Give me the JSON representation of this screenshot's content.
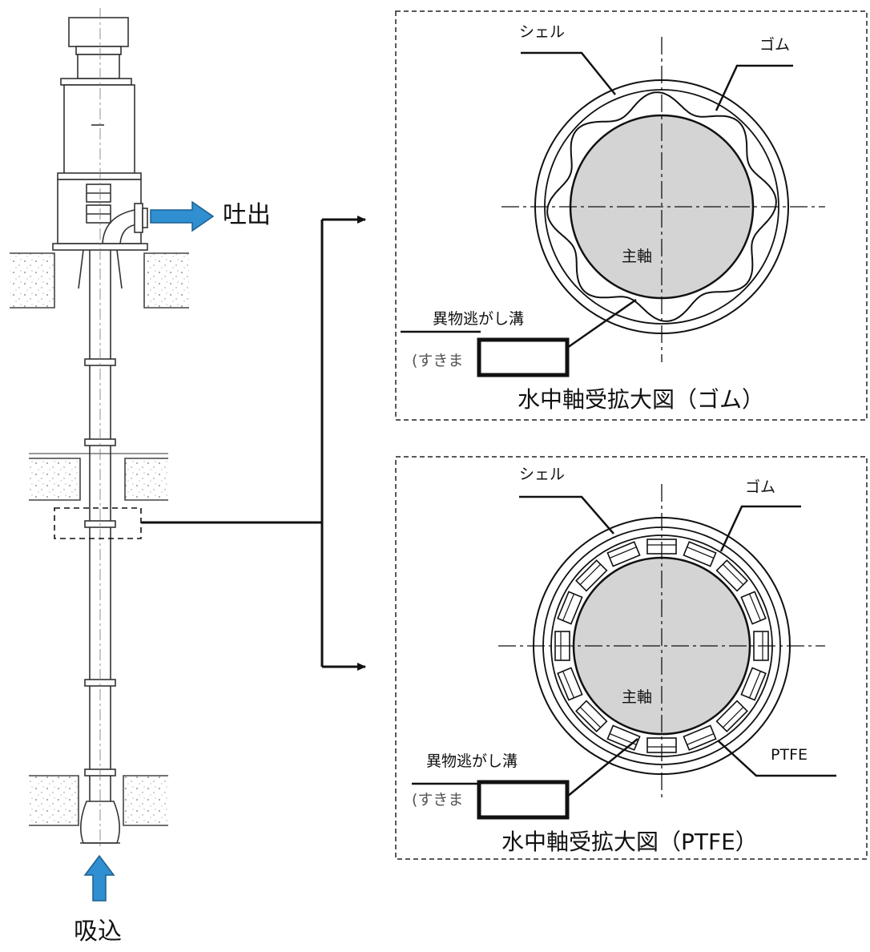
{
  "pump": {
    "discharge_label": "吐出",
    "suction_label": "吸込"
  },
  "rubber_view": {
    "caption": "水中軸受拡大図（ゴム）",
    "shell_label": "シェル",
    "rubber_label": "ゴム",
    "shaft_label": "主軸",
    "groove_label": "異物逃がし溝",
    "groove_sub": "(すきま"
  },
  "ptfe_view": {
    "caption": "水中軸受拡大図（PTFE）",
    "shell_label": "シェル",
    "rubber_label": "ゴム",
    "shaft_label": "主軸",
    "ptfe_label": "PTFE",
    "groove_label": "異物逃がし溝",
    "groove_sub": "(すきま"
  },
  "colors": {
    "arrow_blue": "#2f8fd0",
    "shaft_fill": "#d4d4d4",
    "line": "#111111"
  }
}
